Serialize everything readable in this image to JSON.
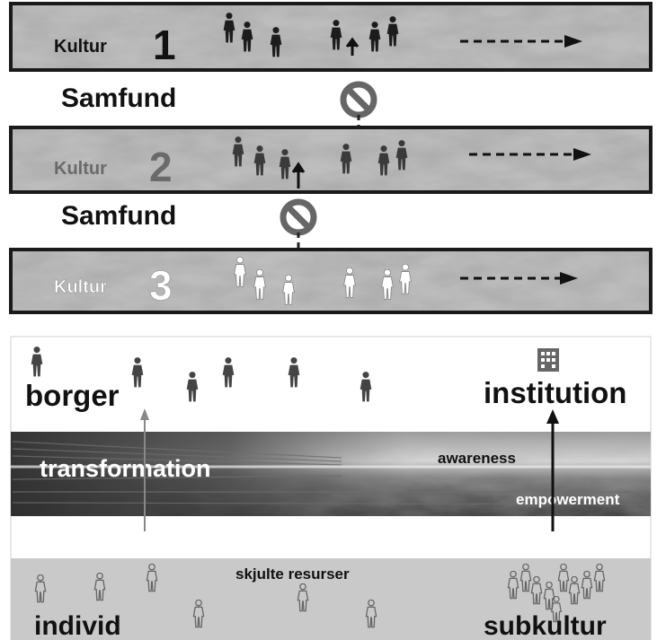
{
  "culture_bands": [
    {
      "label": "Kultur",
      "number": "1",
      "figure_color": "#1c1c1c",
      "label_color": "#111111"
    },
    {
      "label": "Kultur",
      "number": "2",
      "figure_color": "#3a3a3a",
      "label_color": "#6a6a6a"
    },
    {
      "label": "Kultur",
      "number": "3",
      "figure_color": "#ffffff",
      "label_color": "#ffffff"
    }
  ],
  "society_labels": [
    "Samfund",
    "Samfund"
  ],
  "lower": {
    "borger": "borger",
    "institution": "institution",
    "transformation": "transformation",
    "awareness": "awareness",
    "empowerment": "empowerment",
    "skjulte": "skjulte resurser",
    "individ": "individ",
    "subkultur": "subkultur"
  },
  "icons": [
    "person-icon",
    "building-icon",
    "no-entry-icon",
    "arrow-icon"
  ]
}
